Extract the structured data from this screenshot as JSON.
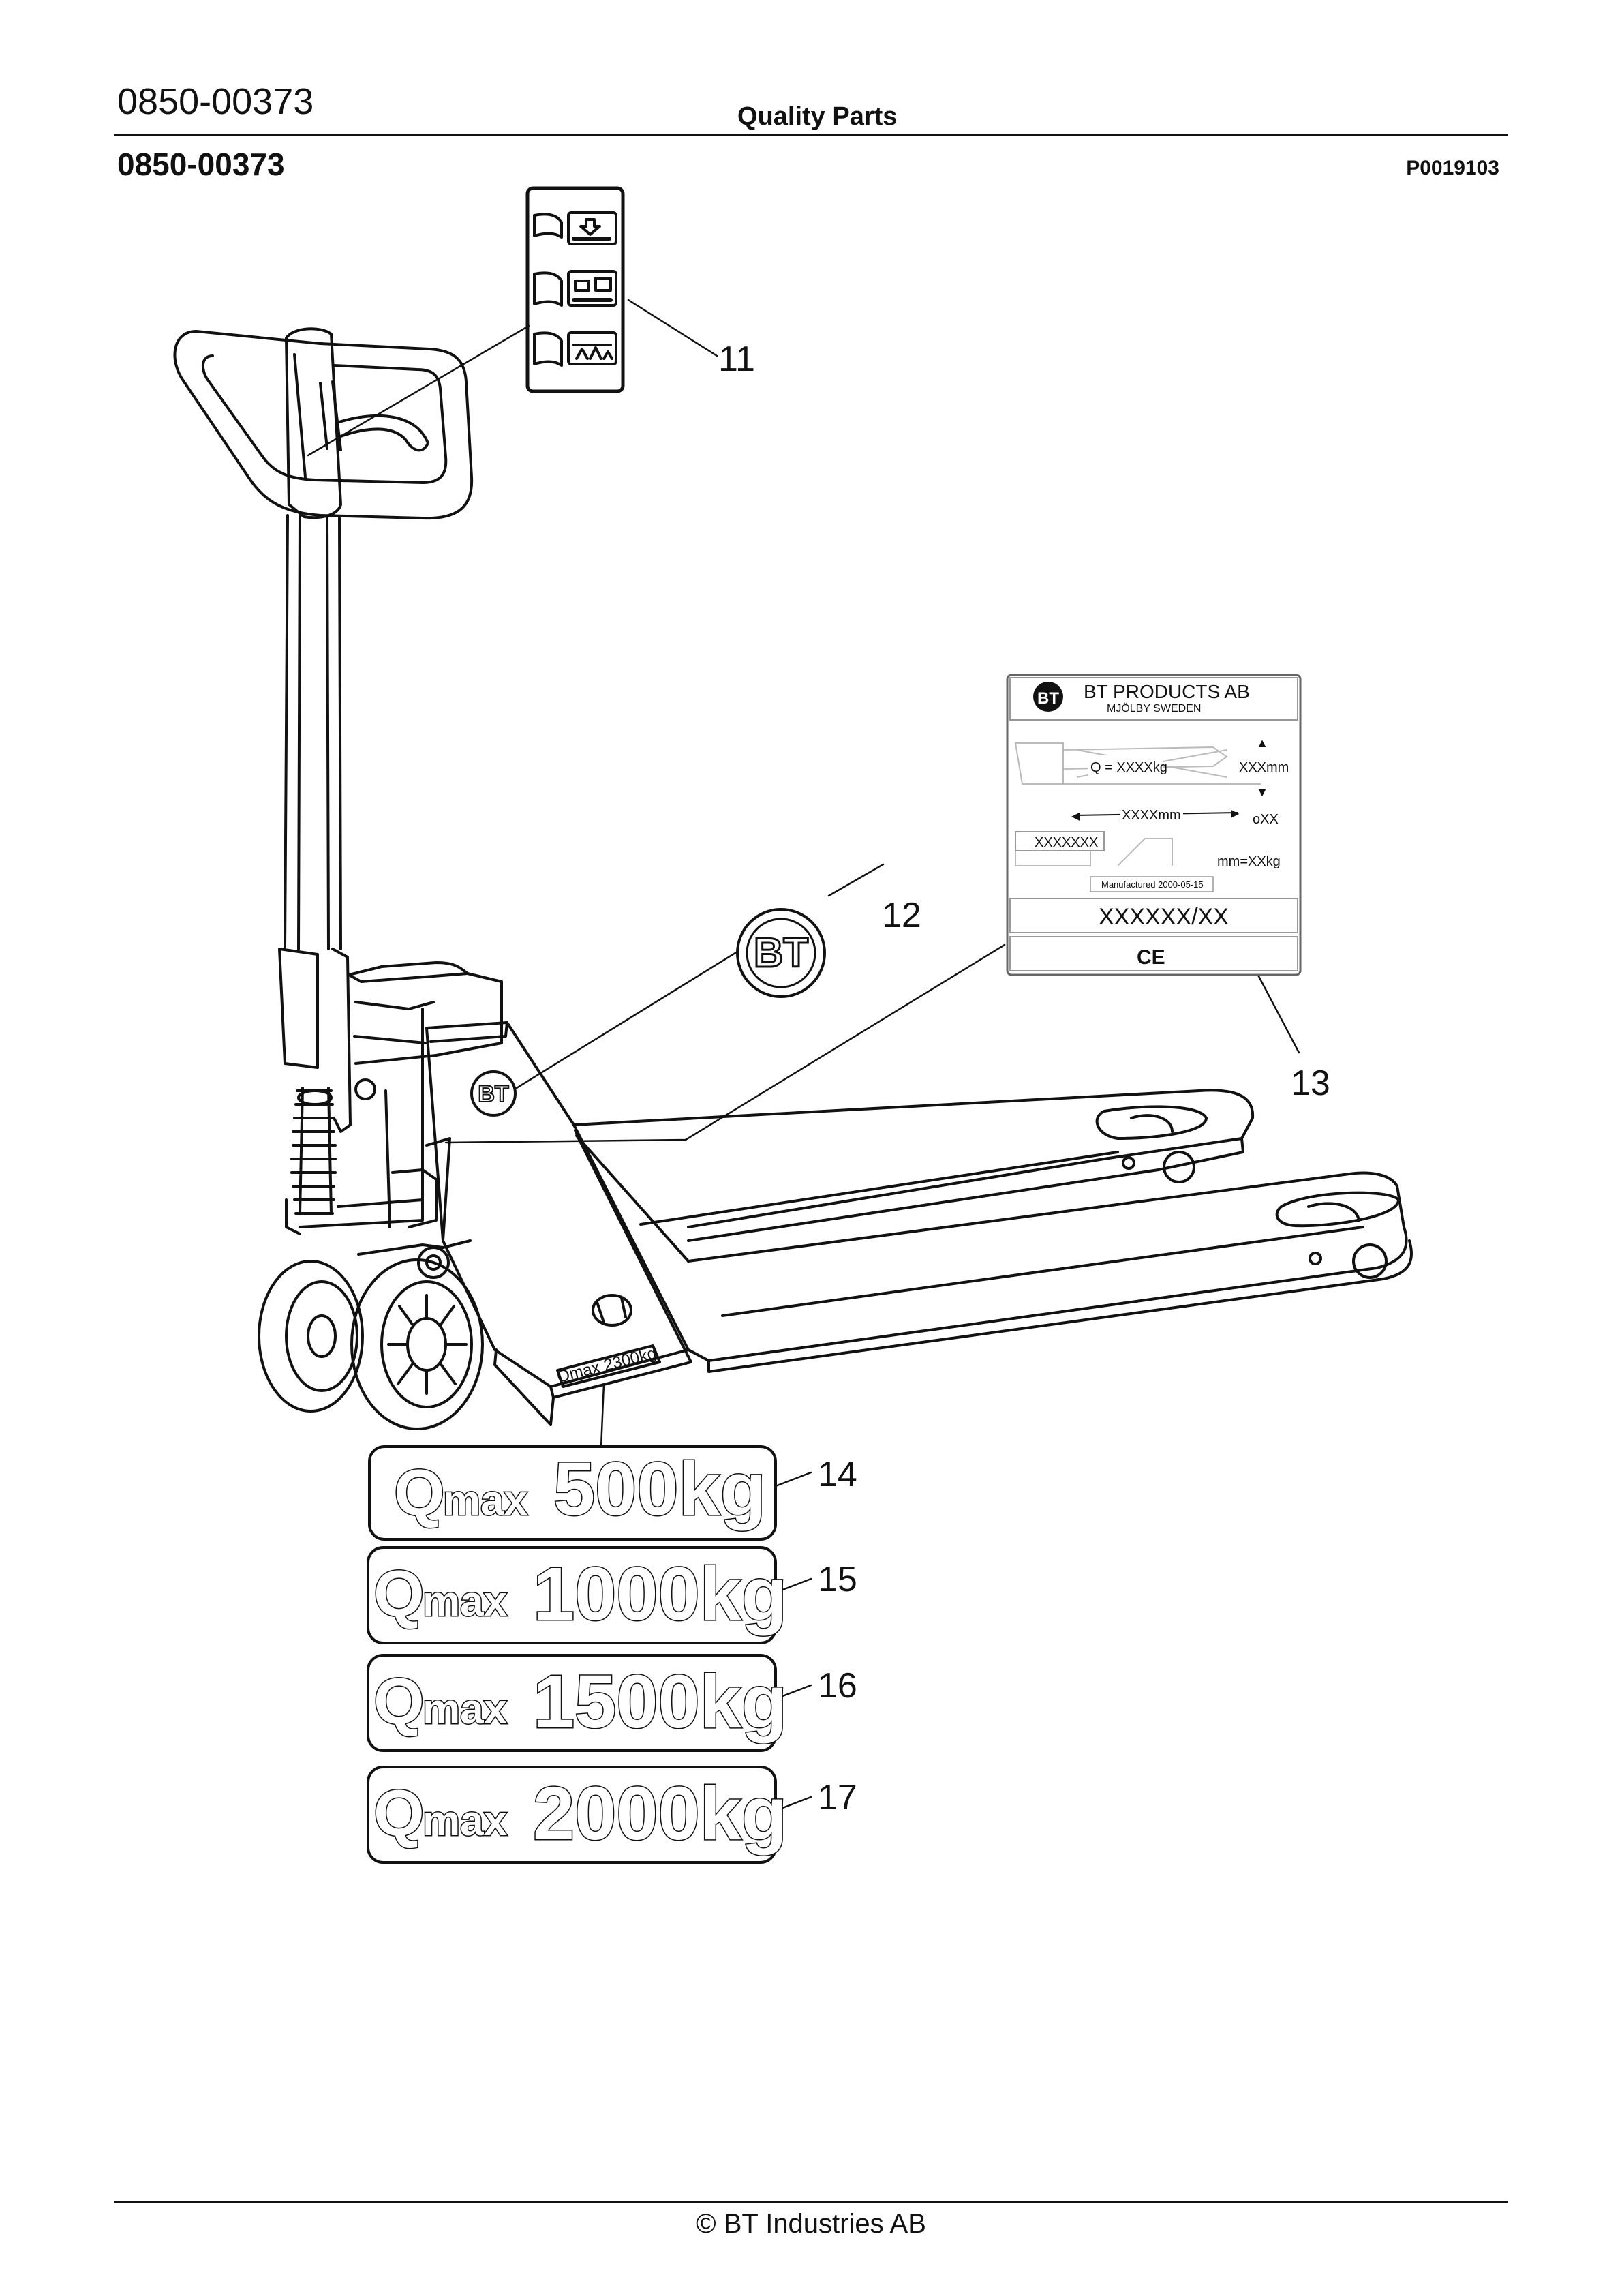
{
  "header": {
    "doc_number_top": "0850-00373",
    "section_title": "Quality Parts",
    "doc_number_main": "0850-00373",
    "drawing_id": "P0019103"
  },
  "callouts": [
    "11",
    "12",
    "13",
    "14",
    "15",
    "16",
    "17"
  ],
  "rating_plate": {
    "company": "BT PRODUCTS AB",
    "location": "MJÖLBY SWEDEN",
    "logo": "BT",
    "capacity": "Q  = XXXXkg",
    "lift_height": "XXXmm",
    "length": "XXXXmm",
    "wheel_dim": "oXX",
    "serial": "XXXXXXX",
    "weight": "mm=XXkg",
    "manufactured": "Manufactured 2000-05-15",
    "model": "XXXXXX/XX",
    "mark": "CE"
  },
  "badge_logo": "BT",
  "chassis_label": "Qmax 2300kg",
  "capacity_decals": [
    {
      "prefix": "Q",
      "sub": "max",
      "value": "500kg"
    },
    {
      "prefix": "Q",
      "sub": "max",
      "value": "1000kg"
    },
    {
      "prefix": "Q",
      "sub": "max",
      "value": "1500kg"
    },
    {
      "prefix": "Q",
      "sub": "max",
      "value": "2000kg"
    }
  ],
  "footer": {
    "copyright": "© BT Industries AB"
  }
}
